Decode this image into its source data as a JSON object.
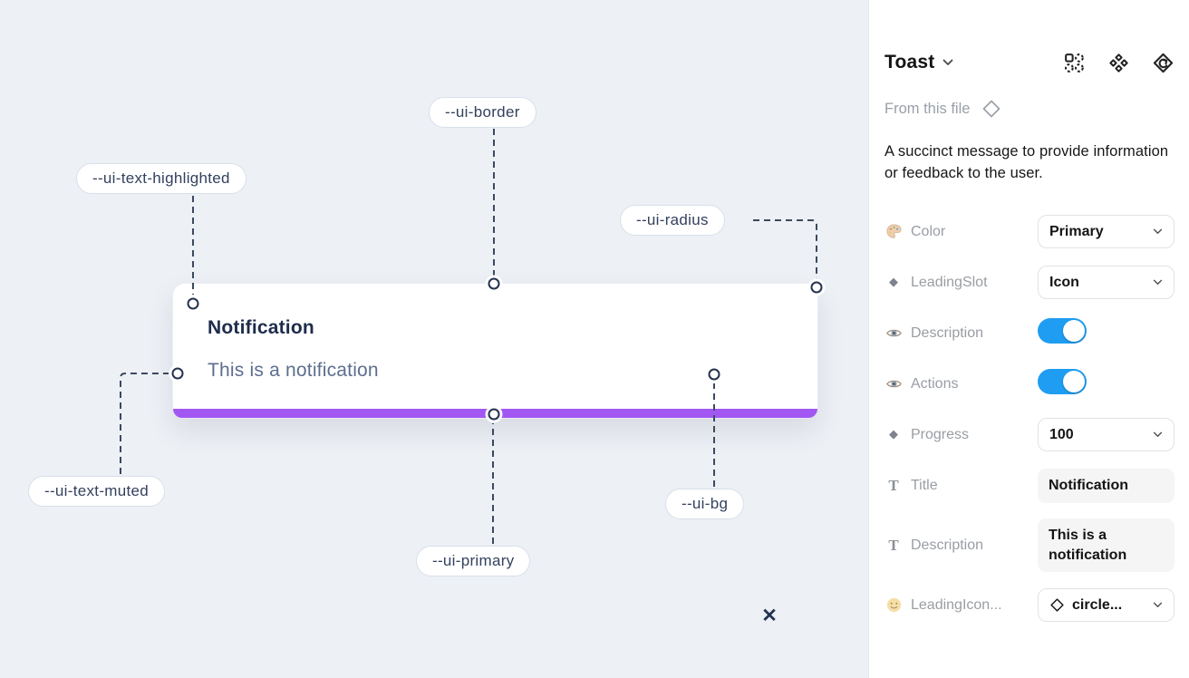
{
  "canvas": {
    "toast": {
      "title": "Notification",
      "description": "This is a notification",
      "close_icon": "✕"
    },
    "labels": [
      {
        "name": "--ui-border"
      },
      {
        "name": "--ui-text-highlighted"
      },
      {
        "name": "--ui-radius"
      },
      {
        "name": "--ui-text-muted"
      },
      {
        "name": "--ui-primary"
      },
      {
        "name": "--ui-bg"
      }
    ]
  },
  "panel": {
    "title": "Toast",
    "header_icons": [
      "swap-instance-icon",
      "component-icon",
      "story-icon"
    ],
    "source_label": "From this file",
    "description": "A succinct message to provide information or feedback to the user.",
    "properties": [
      {
        "icon": "palette-icon",
        "label": "Color",
        "control": "dropdown",
        "value": "Primary"
      },
      {
        "icon": "diamond-icon",
        "label": "LeadingSlot",
        "control": "dropdown",
        "value": "Icon"
      },
      {
        "icon": "eye-icon",
        "label": "Description",
        "control": "toggle",
        "value": "on"
      },
      {
        "icon": "eye-icon",
        "label": "Actions",
        "control": "toggle",
        "value": "on"
      },
      {
        "icon": "diamond-icon",
        "label": "Progress",
        "control": "dropdown",
        "value": "100"
      },
      {
        "icon": "text-icon",
        "label": "Title",
        "control": "textfield",
        "value": "Notification"
      },
      {
        "icon": "text-icon",
        "label": "Description",
        "control": "textfield",
        "value": "This is a notification"
      },
      {
        "icon": "smiley-icon",
        "label": "LeadingIcon...",
        "control": "icon-dropdown",
        "value": "circle..."
      }
    ]
  },
  "colors": {
    "accent_purple": "#a257f2",
    "toggle_blue": "#1e9df2",
    "canvas_bg": "#edf0f5",
    "dash_line": "#3b4960"
  }
}
